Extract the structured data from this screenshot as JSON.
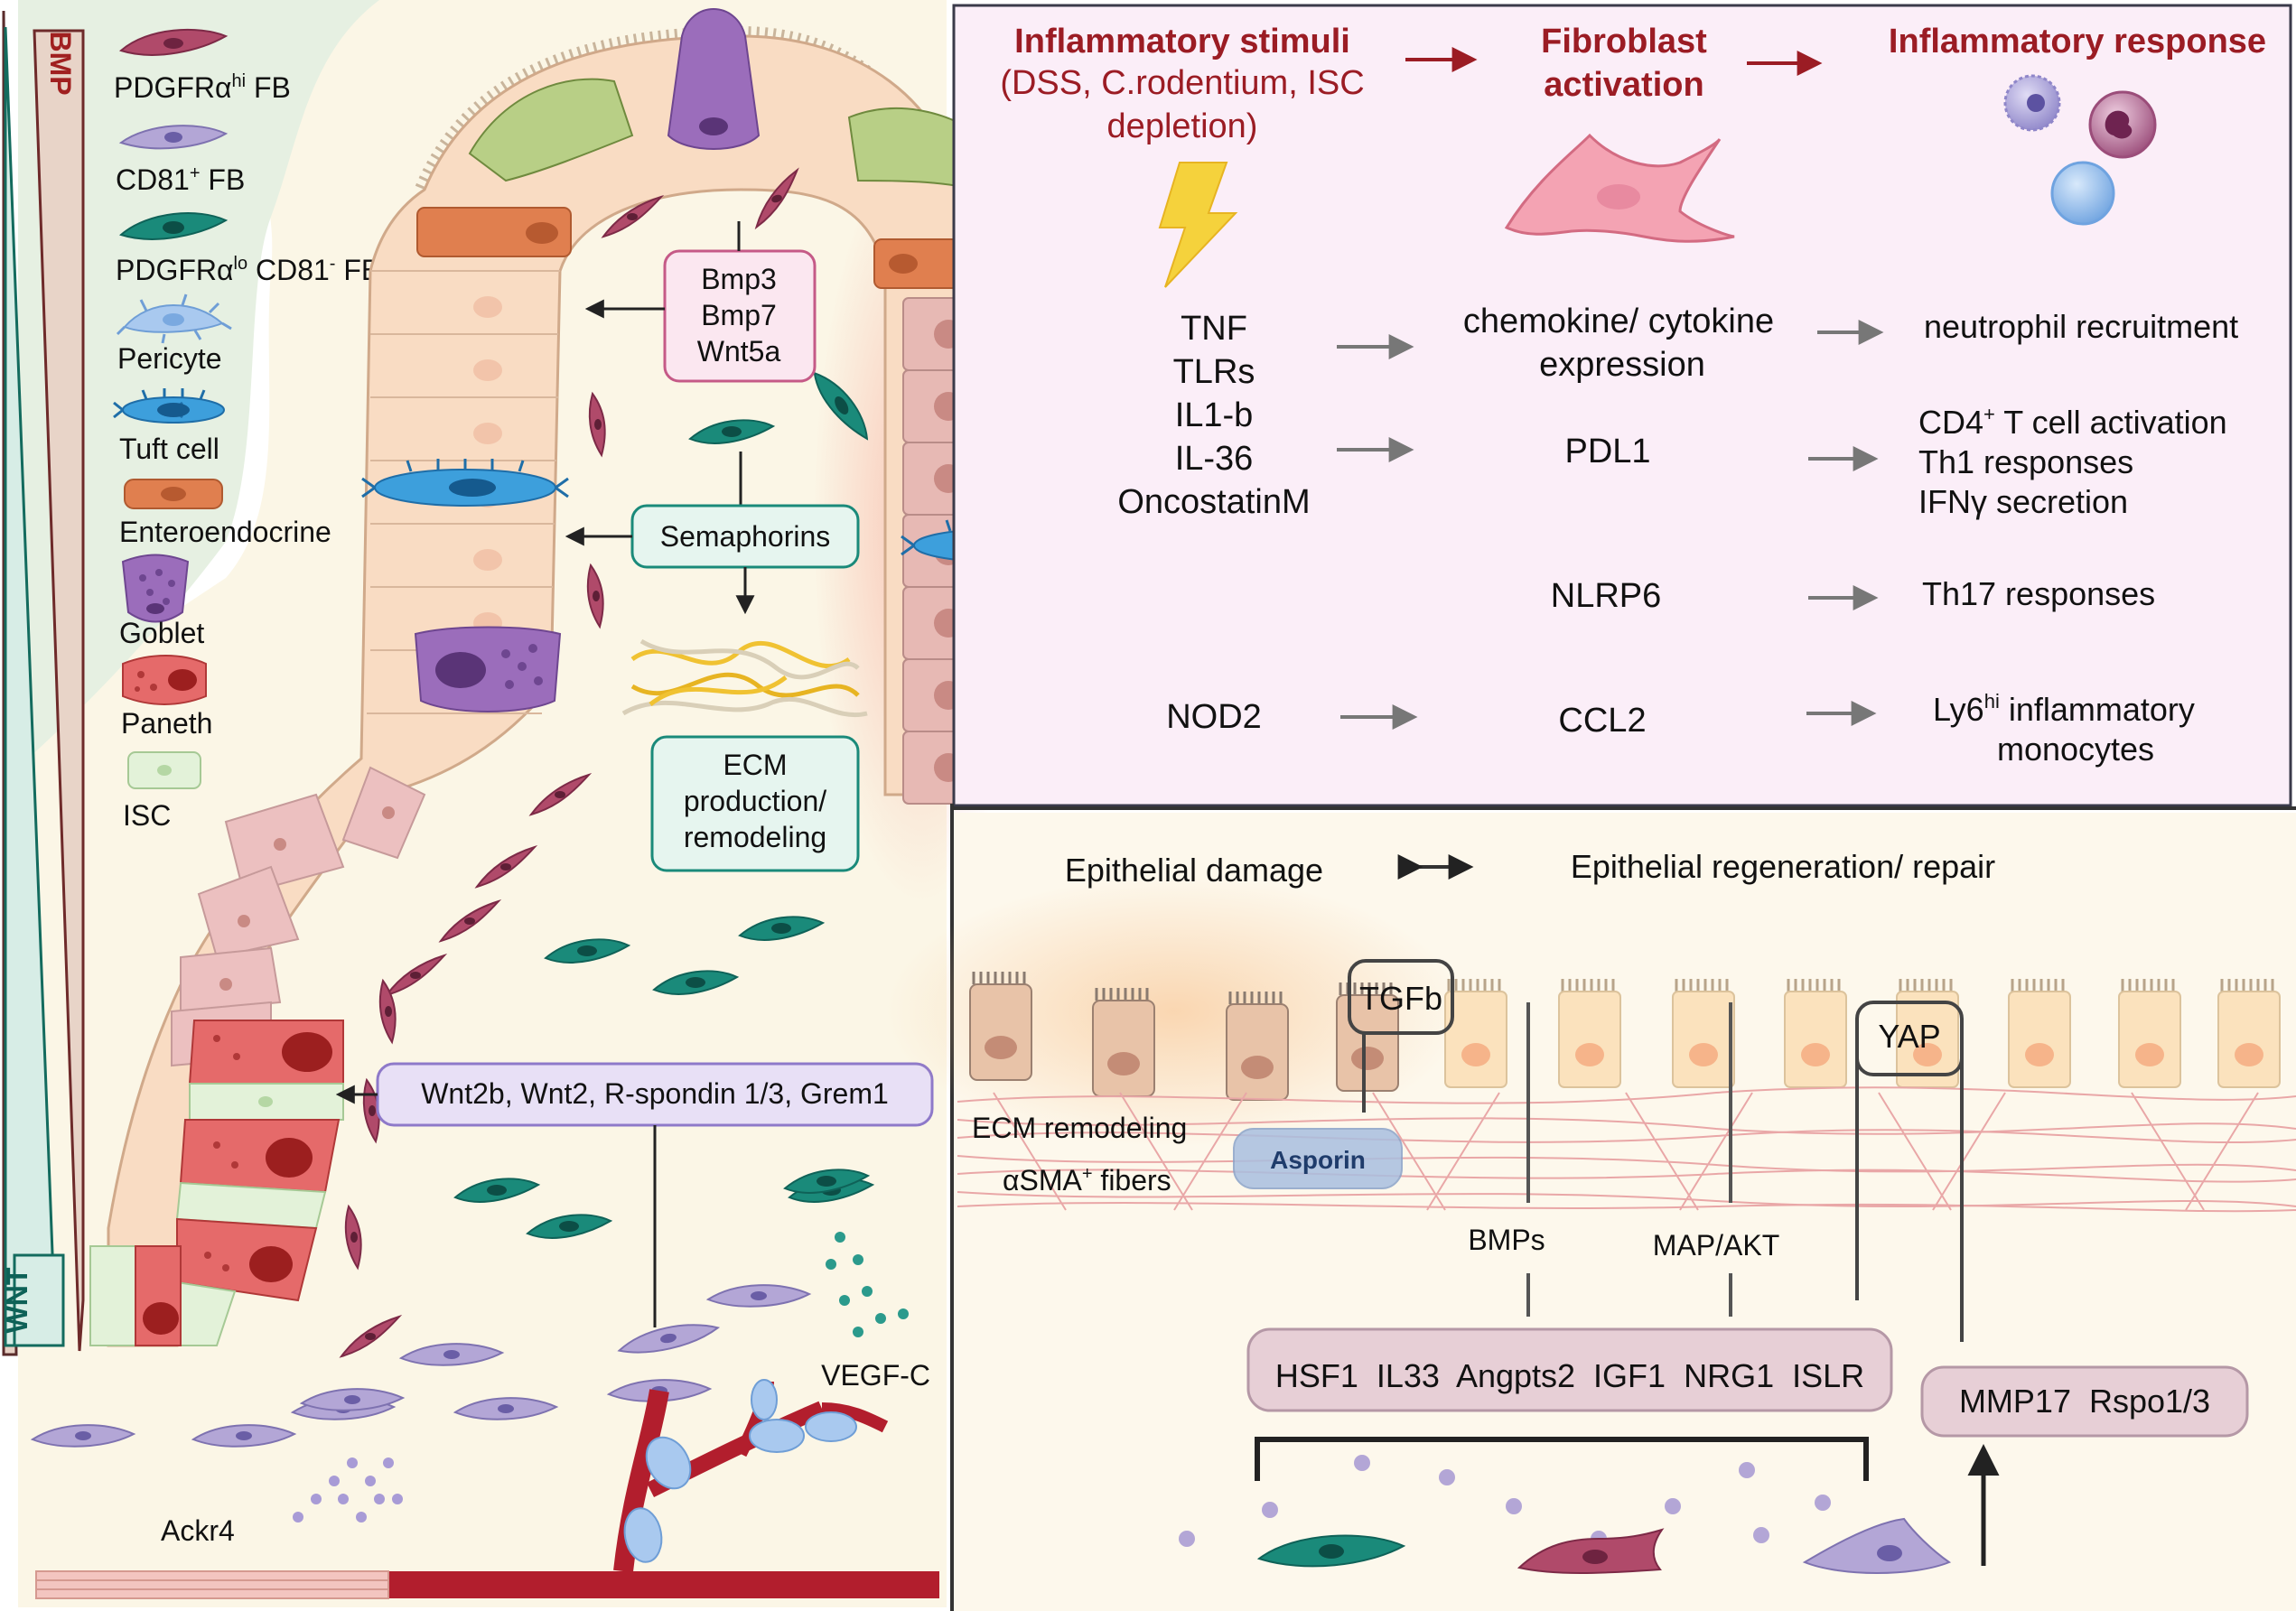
{
  "gradient": {
    "bmp": "BMP",
    "wnt": "WNT"
  },
  "legend": [
    {
      "label": "PDGFRα",
      "sup": "hi",
      "tail": " FB",
      "icon": "pdgfra-hi-fibroblast-icon",
      "color": "#b04a6a"
    },
    {
      "label": "CD81",
      "sup": "+",
      "tail": " FB",
      "icon": "cd81-fibroblast-icon",
      "color": "#b3a6d6"
    },
    {
      "label": "PDGFRα",
      "sup": "lo",
      "tail": " CD81",
      "sup2": "-",
      "tail2": " FB",
      "icon": "pdgfra-lo-cd81-neg-fibroblast-icon",
      "color": "#1a8a7a"
    },
    {
      "label": "Pericyte",
      "icon": "pericyte-icon",
      "color": "#a9c9ef"
    },
    {
      "label": "Tuft cell",
      "icon": "tuft-cell-icon",
      "color": "#3d9fdc"
    },
    {
      "label": "Enteroendocrine",
      "icon": "enteroendocrine-icon",
      "color": "#e07f4f"
    },
    {
      "label": "Goblet",
      "icon": "goblet-icon",
      "color": "#9b6dbb"
    },
    {
      "label": "Paneth",
      "icon": "paneth-icon",
      "color": "#e56a6a"
    },
    {
      "label": "ISC",
      "icon": "isc-icon",
      "color": "#e3f2d9"
    }
  ],
  "crypt": {
    "box_bmp": [
      "Bmp3",
      "Bmp7",
      "Wnt5a"
    ],
    "semaphorins": "Semaphorins",
    "ecm": [
      "ECM",
      "production/",
      "remodeling"
    ],
    "wnt_factors": "Wnt2b, Wnt2, R-spondin 1/3, Grem1",
    "vegf": "VEGF-C",
    "ackr4": "Ackr4"
  },
  "inflammation": {
    "headers": [
      {
        "lines": [
          "Inflammatory stimuli"
        ],
        "bold": true
      },
      {
        "lines": [
          "(DSS, C.rodentium, ISC",
          "depletion)"
        ],
        "bold": false
      },
      {
        "lines": [
          "Fibroblast",
          "activation"
        ],
        "bold": true
      },
      {
        "lines": [
          "Inflammatory response"
        ],
        "bold": true
      }
    ],
    "stimuli_a": [
      "TNF",
      "TLRs",
      "IL1-b",
      "IL-36",
      "OncostatinM"
    ],
    "stimuli_b": "NOD2",
    "mediators": [
      [
        "chemokine/ cytokine",
        "expression"
      ],
      [
        "PDL1"
      ],
      [
        "NLRP6"
      ],
      [
        "CCL2"
      ]
    ],
    "responses": [
      {
        "lines": [
          "neutrophil recruitment"
        ]
      },
      {
        "lines": [
          "CD4",
          "Th1 responses",
          "IFNγ secretion"
        ],
        "sup": "+",
        "tail": " T cell activation"
      },
      {
        "lines": [
          "Th17 responses"
        ]
      },
      {
        "lines": [
          "Ly6",
          "monocytes"
        ],
        "sup": "hi",
        "tail": " inflammatory"
      }
    ],
    "colors": {
      "header": "#9b1c24",
      "panel": "#fbeef8",
      "border": "#3a3a4a"
    }
  },
  "repair": {
    "damage": "Epithelial damage",
    "regeneration": "Epithelial regeneration/ repair",
    "tgfb": "TGFb",
    "yap": "YAP",
    "ecm_remodeling": "ECM remodeling",
    "asma": "αSMA",
    "asma_sup": "+",
    "asma_tail": " fibers",
    "asporin": "Asporin",
    "bmps": "BMPs",
    "map_akt": "MAP/AKT",
    "factors": "HSF1  IL33  Angpts2  IGF1  NRG1  ISLR",
    "mmp": "MMP17  Rspo1/3"
  }
}
